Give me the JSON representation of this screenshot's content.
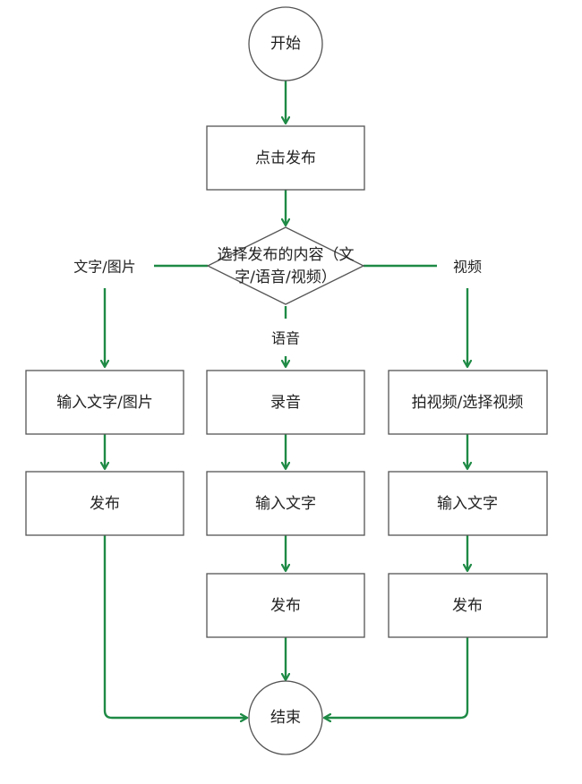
{
  "colors": {
    "arrow": "#1e8a45",
    "node_border": "#555555",
    "text": "#222222"
  },
  "nodes": {
    "start": "开始",
    "click_publish": "点击发布",
    "choose_content_line1": "选择发布的内容（文",
    "choose_content_line2": "字/语音/视频）",
    "input_text_image": "输入文字/图片",
    "record_audio": "录音",
    "shoot_choose_video": "拍视频/选择视频",
    "publish_text_branch": "发布",
    "input_text_audio_branch": "输入文字",
    "input_text_video_branch": "输入文字",
    "publish_audio_branch": "发布",
    "publish_video_branch": "发布",
    "end": "结束"
  },
  "edge_labels": {
    "text_image": "文字/图片",
    "audio": "语音",
    "video": "视频"
  }
}
